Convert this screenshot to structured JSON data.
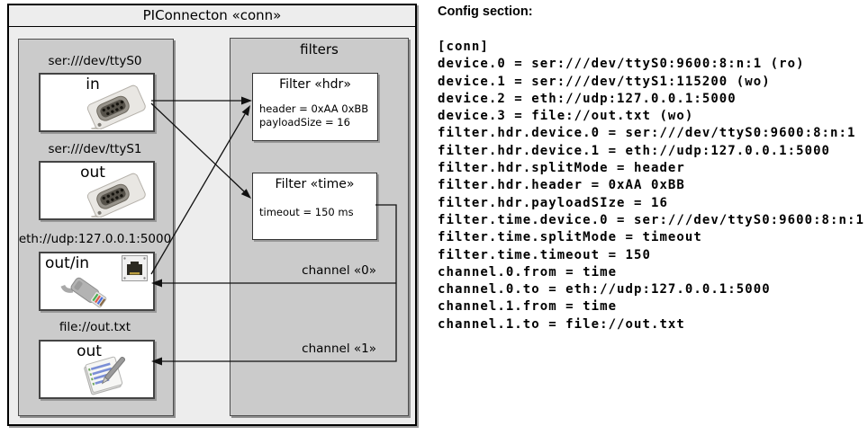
{
  "colors": {
    "outer_fill": "#ededed",
    "panel_fill": "#cbcbcb",
    "box_fill": "#ffffff",
    "border": "#000000",
    "line": "#111111"
  },
  "diagram": {
    "title": "PIConnecton «conn»",
    "devices_panel": {
      "devices": [
        {
          "url": "ser:///dev/ttyS0",
          "io": "in",
          "icon": "serial-connector"
        },
        {
          "url": "ser:///dev/ttyS1",
          "io": "out",
          "icon": "serial-connector"
        },
        {
          "url": "eth://udp:127.0.0.1:5000",
          "io": "out/in",
          "icon": "ethernet"
        },
        {
          "url": "file://out.txt",
          "io": "out",
          "icon": "file-notepad"
        }
      ]
    },
    "filters_panel": {
      "title": "filters",
      "filters": [
        {
          "title": "Filter «hdr»",
          "attrs": [
            "header = 0xAA 0xBB",
            "payloadSize = 16"
          ]
        },
        {
          "title": "Filter «time»",
          "attrs": [
            "timeout = 150 ms"
          ]
        }
      ]
    },
    "channels": [
      {
        "label": "channel «0»"
      },
      {
        "label": "channel «1»"
      }
    ]
  },
  "config": {
    "title": "Config section:",
    "lines": [
      "[conn]",
      "device.0 = ser:///dev/ttyS0:9600:8:n:1 (ro)",
      "device.1 = ser:///dev/ttyS1:115200 (wo)",
      "device.2 = eth://udp:127.0.0.1:5000",
      "device.3 = file://out.txt (wo)",
      "filter.hdr.device.0 = ser:///dev/ttyS0:9600:8:n:1",
      "filter.hdr.device.1 = eth://udp:127.0.0.1:5000",
      "filter.hdr.splitMode = header",
      "filter.hdr.header = 0xAA 0xBB",
      "filter.hdr.payloadSIze = 16",
      "filter.time.device.0 = ser:///dev/ttyS0:9600:8:n:1",
      "filter.time.splitMode = timeout",
      "filter.time.timeout = 150",
      "channel.0.from = time",
      "channel.0.to = eth://udp:127.0.0.1:5000",
      "channel.1.from = time",
      "channel.1.to = file://out.txt"
    ]
  }
}
